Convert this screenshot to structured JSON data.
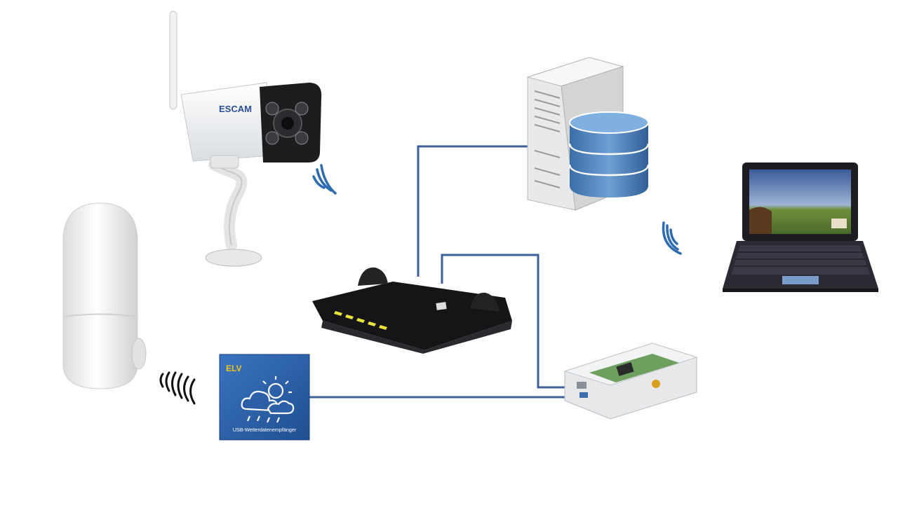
{
  "camera": {
    "brand": "ESCAM"
  },
  "usb_receiver": {
    "brand": "ELV",
    "label": "USB-Wetterdatenempfänger"
  },
  "colors": {
    "cable": "#3d5f9a",
    "signal": "#2f6bb0",
    "receiver_bg": "#2d5fa6",
    "database": "#4c83c0"
  },
  "icons": {
    "camera": "ip-camera-icon",
    "sensor": "weather-sensor-icon",
    "router": "router-icon",
    "server": "server-icon",
    "database": "database-icon",
    "laptop": "laptop-icon",
    "raspberry_pi": "raspberry-pi-icon",
    "weather": "cloud-sun-rain-icon"
  }
}
